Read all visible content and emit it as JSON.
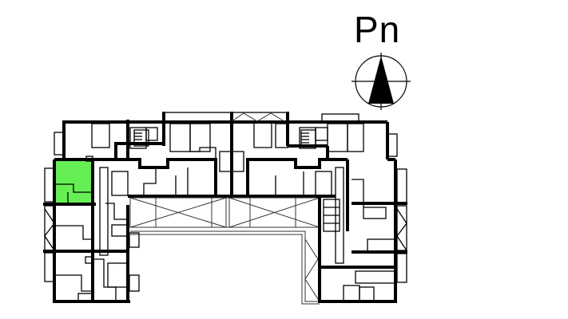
{
  "compass": {
    "label": "Pn",
    "icon": "north-arrow-icon"
  },
  "floor_plan": {
    "highlight_color": "#66ee55",
    "highlight_stroke": "#2a9a20",
    "wall_color": "#000000",
    "highlighted_unit": "unit-west-upper",
    "units": [
      {
        "id": "unit-west-upper",
        "highlighted": true
      },
      {
        "id": "unit-west-middle",
        "highlighted": false
      },
      {
        "id": "unit-west-lower",
        "highlighted": false
      },
      {
        "id": "unit-north-1",
        "highlighted": false
      },
      {
        "id": "unit-north-2",
        "highlighted": false
      },
      {
        "id": "unit-north-3",
        "highlighted": false
      },
      {
        "id": "unit-north-4",
        "highlighted": false
      },
      {
        "id": "unit-north-5",
        "highlighted": false
      },
      {
        "id": "unit-east-upper",
        "highlighted": false
      },
      {
        "id": "unit-east-middle",
        "highlighted": false
      },
      {
        "id": "unit-east-lower",
        "highlighted": false
      }
    ]
  }
}
